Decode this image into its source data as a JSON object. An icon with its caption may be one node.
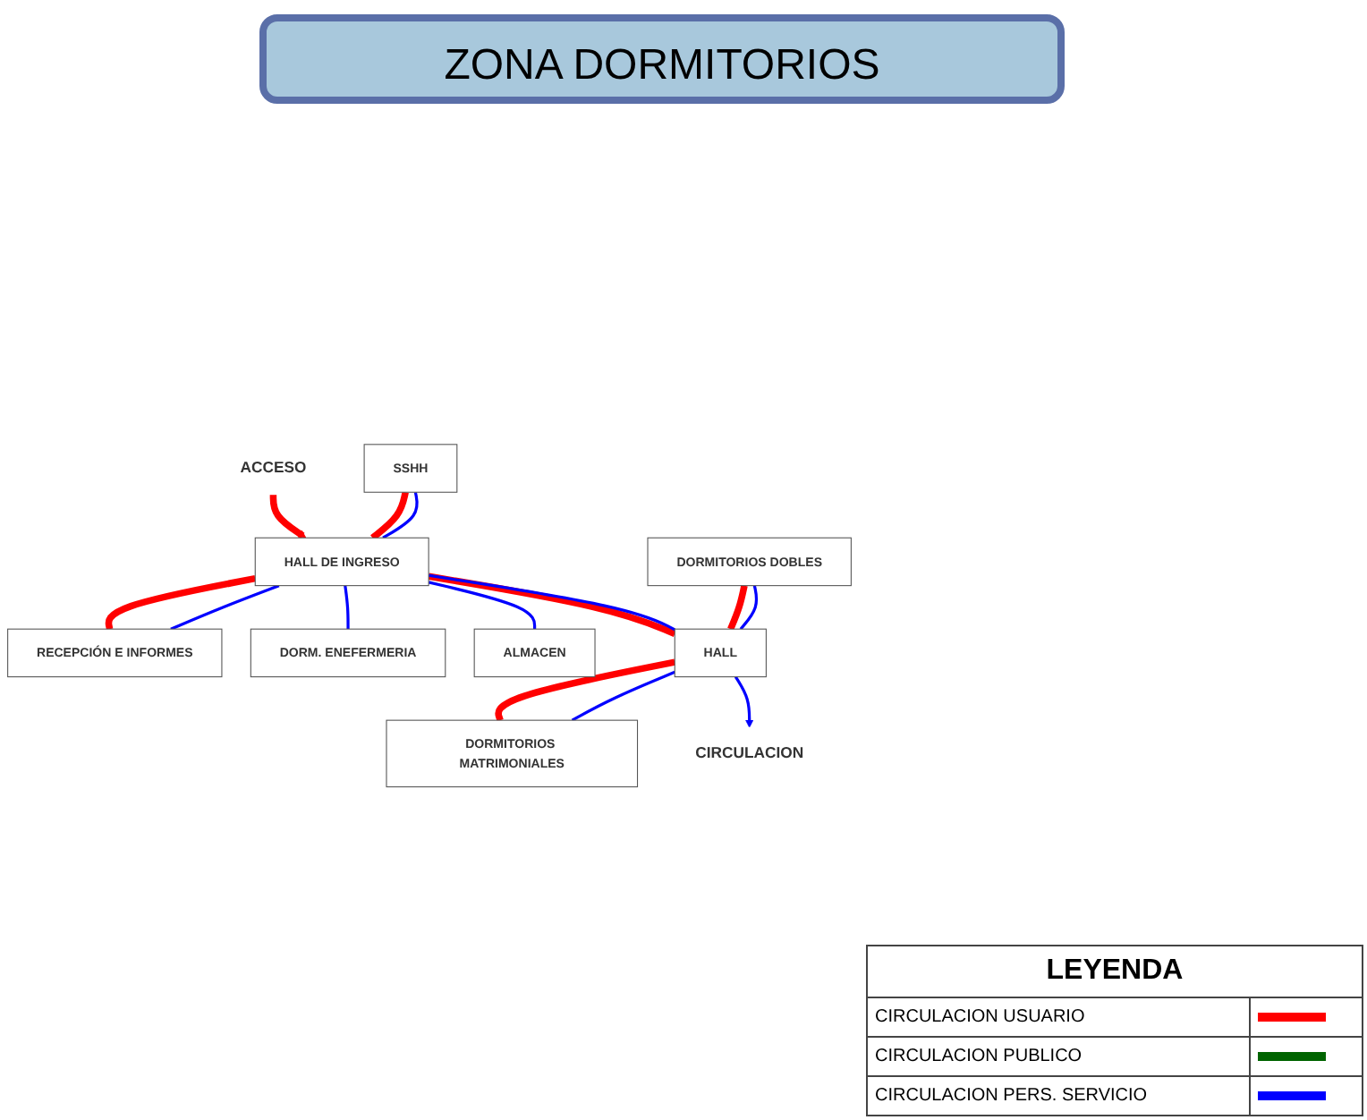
{
  "diagram": {
    "title": "ZONA DORMITORIOS",
    "nodes": [
      {
        "text": [
          "ACCESO"
        ]
      },
      {
        "text": [
          "SSHH"
        ]
      },
      {
        "text": [
          "HALL DE INGRESO"
        ]
      },
      {
        "text": [
          "RECEPCIÓN E INFORMES"
        ]
      },
      {
        "text": [
          "DORM. ENEFERMERIA"
        ]
      },
      {
        "text": [
          "ALMACEN"
        ]
      },
      {
        "text": [
          "DORMITORIOS DOBLES"
        ]
      },
      {
        "text": [
          "HALL"
        ]
      },
      {
        "text": [
          "DORMITORIOS MATRIMONIALES"
        ]
      },
      {
        "text": [
          "CIRCULACION"
        ]
      }
    ],
    "edges": [
      {
        "from": 0,
        "to": 2,
        "arrow": "to",
        "style": "thick",
        "color": "#ff0000"
      },
      {
        "from": 1,
        "to": 2,
        "arrow": "none",
        "style": "thick",
        "color": "#ff0000"
      },
      {
        "from": 1,
        "to": 2,
        "arrow": "none",
        "color": "#0000ff"
      },
      {
        "from": 2,
        "to": 3,
        "arrow": "none",
        "style": "thick",
        "color": "#ff0000"
      },
      {
        "from": 2,
        "to": 3,
        "arrow": "none",
        "color": "#0000ff"
      },
      {
        "from": 2,
        "to": 4,
        "arrow": "none",
        "color": "#0000ff"
      },
      {
        "from": 2,
        "to": 5,
        "arrow": "none",
        "color": "#0000ff"
      },
      {
        "from": 2,
        "to": 7,
        "arrow": "none",
        "style": "thick",
        "color": "#ff0000"
      },
      {
        "from": 2,
        "to": 7,
        "arrow": "none",
        "color": "#0000ff"
      },
      {
        "from": 6,
        "to": 7,
        "arrow": "none",
        "style": "thick",
        "color": "#ff0000"
      },
      {
        "from": 6,
        "to": 7,
        "arrow": "none",
        "color": "#0000ff"
      },
      {
        "from": 7,
        "to": 8,
        "arrow": "none",
        "style": "thick",
        "color": "#ff0000"
      },
      {
        "from": 7,
        "to": 8,
        "arrow": "none",
        "color": "#0000ff"
      },
      {
        "from": 7,
        "to": 9,
        "arrow": "to",
        "color": "#0000ff"
      }
    ],
    "labels": [
      "LEYENDA"
    ],
    "legend": [
      {
        "text": "CIRCULACION USUARIO",
        "color": "#ff0000"
      },
      {
        "text": "CIRCULACION PUBLICO",
        "color": "#006400"
      },
      {
        "text": "CIRCULACION PERS. SERVICIO",
        "color": "#0000ff"
      }
    ]
  }
}
